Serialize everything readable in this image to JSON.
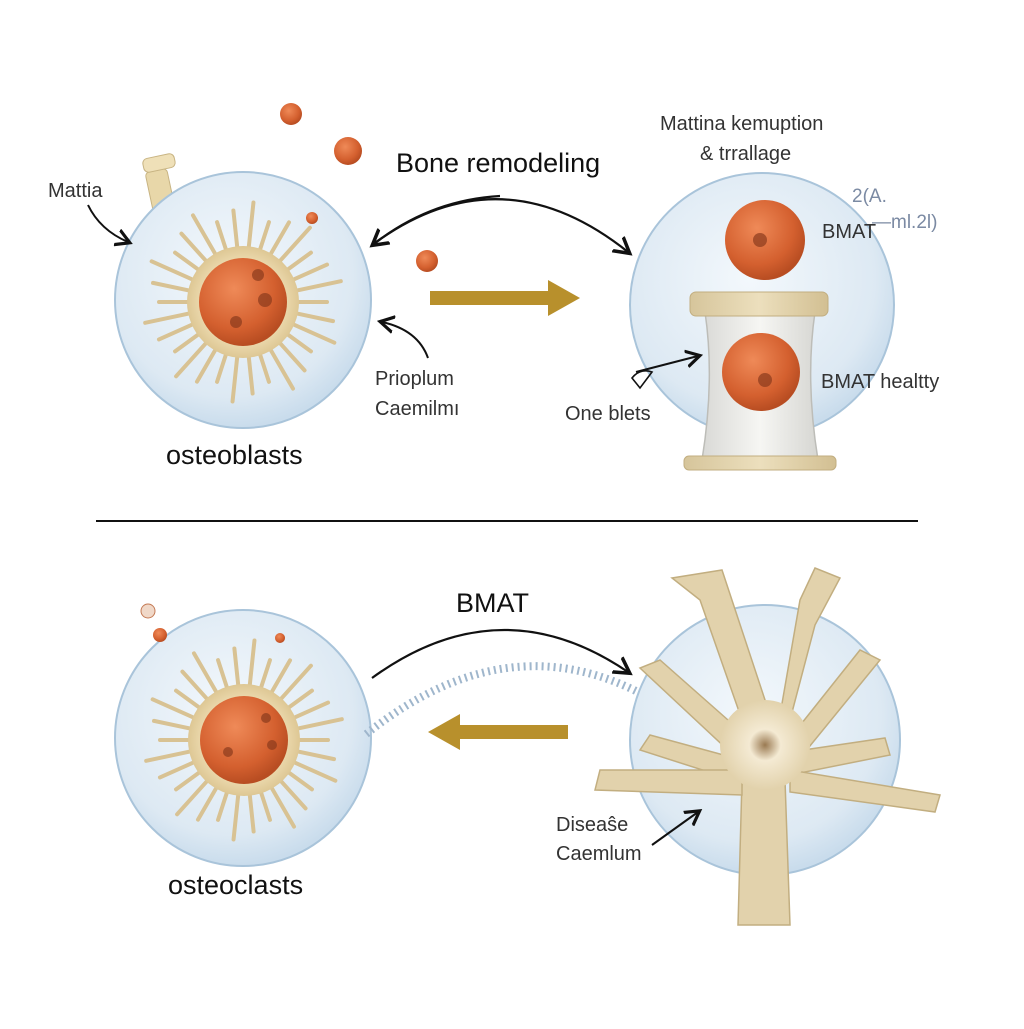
{
  "labels": {
    "mattia": "Mattia",
    "bone_remodeling": "Bone  remodeling",
    "mattina_line1": "Mattina kemuption",
    "mattina_line2": "& trrallage",
    "annot_2a": "2(A.",
    "bmat_top": "BMAT",
    "annot_m12": "—ml.2l)",
    "prioplum": "Prioplum",
    "caemilmi": "Caemilmı",
    "one_blets": "One blets",
    "bmat_healthy": "BMAT  healtty",
    "osteoblasts": "osteoblasts",
    "bmat_bottom": "BMAT",
    "disease": "Diseaŝe",
    "caemlum": "Caemlum",
    "osteoclasts": "osteoclasts"
  },
  "colors": {
    "bubble_fill": "#e4eef6",
    "bubble_edge": "#a9c4da",
    "nucleus": "#d9683a",
    "cell_body": "#e9d6aa",
    "spike": "#d8c293",
    "bone": "#e2d2ac",
    "arrow_gold": "#b8902c",
    "dashed_arrow": "#9fb6cc",
    "line": "#111111"
  }
}
